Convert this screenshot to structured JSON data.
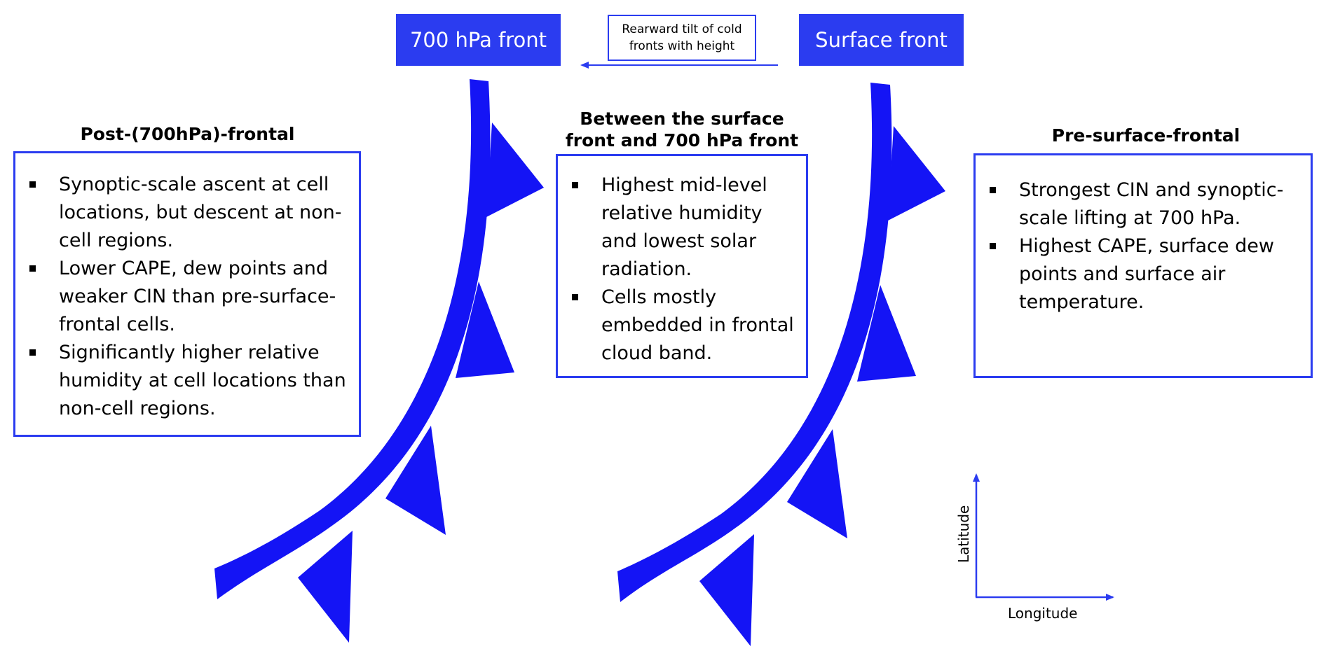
{
  "colors": {
    "front_blue": "#1414f5",
    "accent_blue": "#2b3cf0"
  },
  "fronts": {
    "upper_label": "700 hPa front",
    "surface_label": "Surface front"
  },
  "tilt_note": {
    "line1": "Rearward tilt of cold",
    "line2": "fronts with height"
  },
  "regions": {
    "post": {
      "heading": "Post-(700hPa)-frontal",
      "items": [
        "Synoptic-scale ascent at cell locations, but descent at non-cell regions.",
        "Lower CAPE, dew points and weaker CIN than pre-surface-frontal cells.",
        "Significantly higher relative humidity at cell locations than non-cell regions."
      ]
    },
    "between": {
      "heading_line1": "Between the surface",
      "heading_line2": "front and 700 hPa front",
      "items": [
        "Highest mid-level relative humidity and lowest solar radiation.",
        "Cells mostly embedded in frontal cloud band."
      ]
    },
    "pre": {
      "heading": "Pre-surface-frontal",
      "items": [
        "Strongest CIN and synoptic-scale lifting at 700 hPa.",
        "Highest CAPE, surface dew points and surface air temperature."
      ]
    }
  },
  "axes": {
    "y_label": "Latitude",
    "x_label": "Longitude"
  }
}
